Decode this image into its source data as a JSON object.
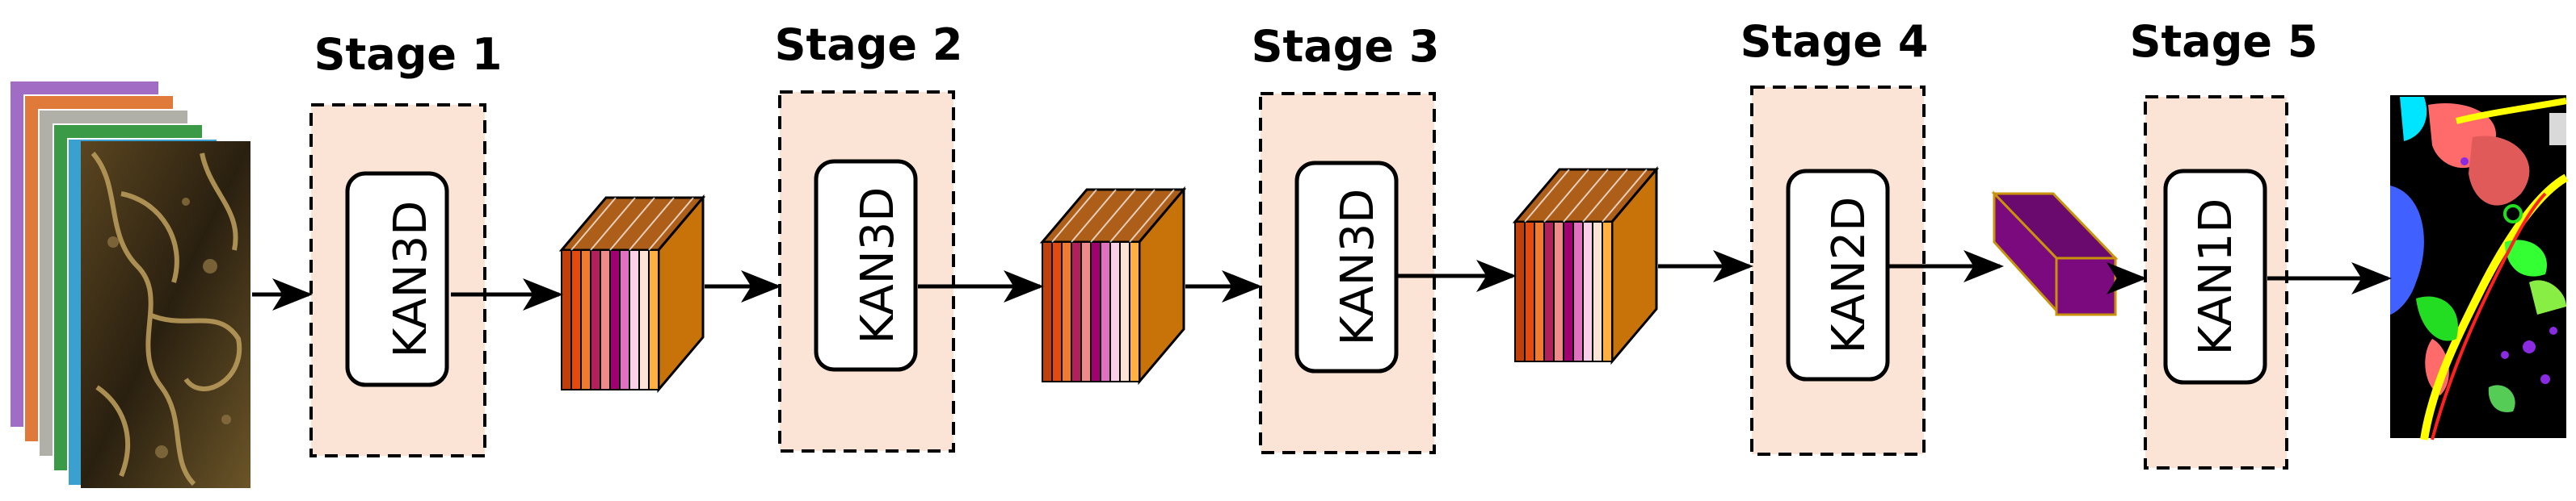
{
  "colors": {
    "stage_fill": "#fbe4d5",
    "stage_border": "#000000",
    "cube_side": "#c8730a",
    "cube_top": "#a85f0a",
    "dense_block": "#7a0a7e",
    "dense_block_edge": "#c8930a",
    "arrow": "#000000"
  },
  "stages": [
    {
      "title": "Stage 1",
      "block": "KAN3D"
    },
    {
      "title": "Stage 2",
      "block": "KAN3D"
    },
    {
      "title": "Stage 3",
      "block": "KAN3D"
    },
    {
      "title": "Stage 4",
      "block": "KAN2D"
    },
    {
      "title": "Stage 5",
      "block": "KAN1D"
    }
  ],
  "input_image": {
    "icon": "hyperspectral-image-stack"
  },
  "feature_volumes": [
    {
      "icon": "feature-cube-icon"
    },
    {
      "icon": "feature-cube-icon"
    },
    {
      "icon": "feature-cube-icon"
    }
  ],
  "flattened_feature": {
    "icon": "feature-prism-icon"
  },
  "output_image": {
    "icon": "classification-map"
  }
}
